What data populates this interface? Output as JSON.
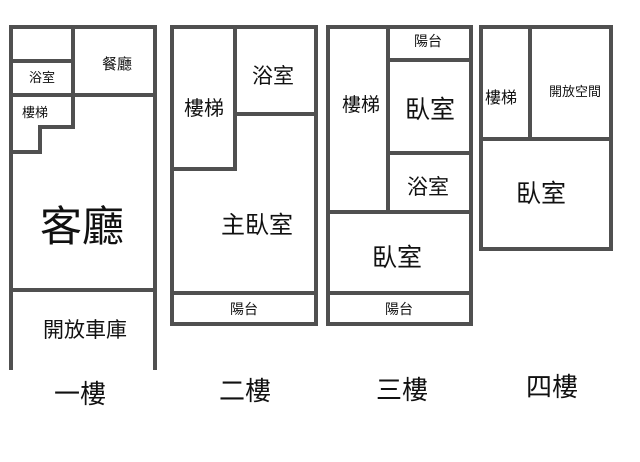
{
  "colors": {
    "wall": "#505050",
    "text": "#111111",
    "background": "#ffffff"
  },
  "floors": [
    {
      "caption": "一樓",
      "rooms": {
        "dining": "餐廳",
        "bath": "浴室",
        "stairs": "樓梯",
        "living": "客廳",
        "garage": "開放車庫"
      }
    },
    {
      "caption": "二樓",
      "rooms": {
        "stairs": "樓梯",
        "bath": "浴室",
        "master": "主臥室",
        "balcony": "陽台"
      }
    },
    {
      "caption": "三樓",
      "rooms": {
        "balcony_top": "陽台",
        "stairs": "樓梯",
        "bedroom_small": "臥室",
        "bath": "浴室",
        "bedroom": "臥室",
        "balcony_bottom": "陽台"
      }
    },
    {
      "caption": "四樓",
      "rooms": {
        "stairs": "樓梯",
        "open_space": "開放空間",
        "bedroom": "臥室"
      }
    }
  ]
}
